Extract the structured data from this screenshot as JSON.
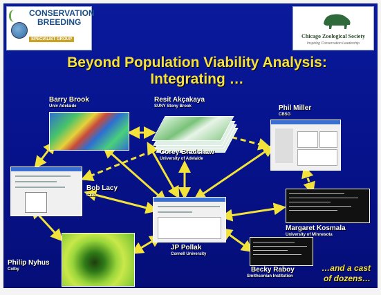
{
  "logos": {
    "left": {
      "line1": "CONSERVATION",
      "line2": "BREEDING",
      "line3": "SPECIALIST GROUP"
    },
    "right": {
      "name": "Chicago Zoological Society",
      "tagline": "Inspiring Conservation Leadership"
    }
  },
  "title": {
    "line1": "Beyond Population Viability Analysis:",
    "line2": "Integrating …"
  },
  "people": [
    {
      "name": "Barry Brook",
      "affiliation": "Univ Adelaide"
    },
    {
      "name": "Resit Akçakaya",
      "affiliation": "SUNY Stony Brook"
    },
    {
      "name": "Phil Miller",
      "affiliation": "CBSG"
    },
    {
      "name": "Corey Bradshaw",
      "affiliation": "University of Adelaide"
    },
    {
      "name": "Bob Lacy",
      "affiliation": "CZS"
    },
    {
      "name": "Margaret Kosmala",
      "affiliation": "University of Minnesota"
    },
    {
      "name": "JP Pollak",
      "affiliation": "Cornell University"
    },
    {
      "name": "Philip Nyhus",
      "affiliation": "Colby"
    },
    {
      "name": "Becky Raboy",
      "affiliation": "Smithsonian Institution"
    }
  ],
  "tagline": {
    "line1": "…and a cast",
    "line2": "of dozens…"
  },
  "colors": {
    "background": "#0a1a9c",
    "title": "#f5e042",
    "arrow": "#f2e23a"
  }
}
